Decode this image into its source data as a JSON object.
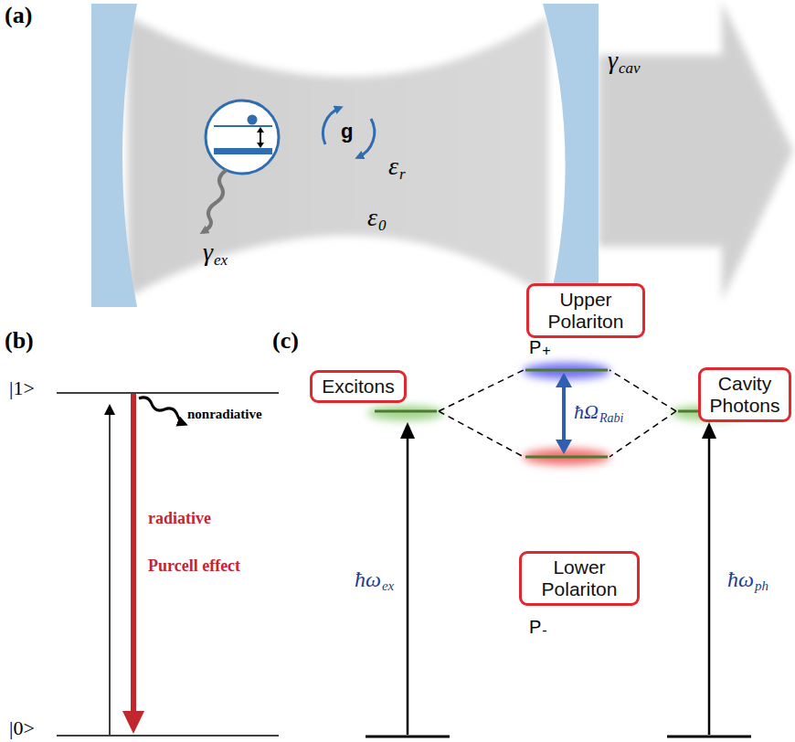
{
  "diagram": {
    "nodes": [
      {
        "text": [
          "Upper Polariton"
        ]
      },
      {
        "text": [
          "Excitons"
        ]
      },
      {
        "text": [
          "Cavity Photons"
        ]
      },
      {
        "text": [
          "Lower Polariton"
        ]
      }
    ],
    "labels": [
      "(a)",
      "(b)",
      "(c)",
      "g",
      "ε",
      "r",
      "ε",
      "0",
      "γ",
      "ex",
      "γ",
      "cav",
      "|1>",
      "|0>",
      "nonradiative",
      "radiative",
      "Purcell effect",
      "P",
      "+",
      "ħΩ",
      "Rabi",
      "P",
      "-",
      "ħω",
      "ex",
      "ħω",
      "ph"
    ]
  }
}
